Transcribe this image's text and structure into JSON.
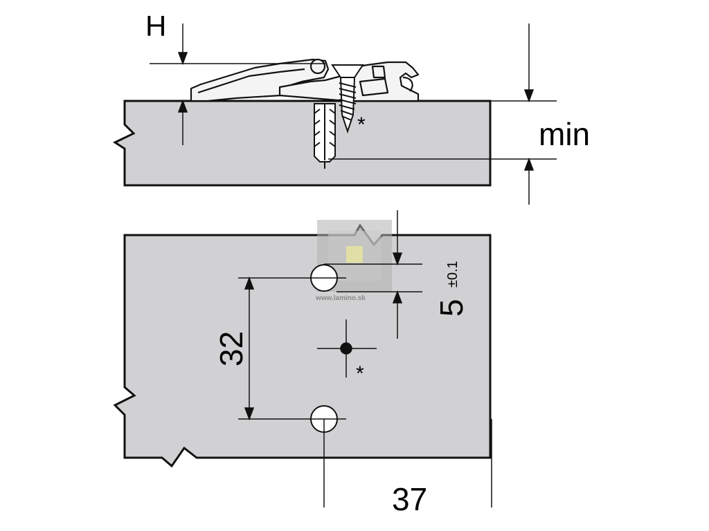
{
  "labels": {
    "h": "H",
    "min": "min",
    "asterisk_top": "*",
    "asterisk_bottom": "*",
    "dim_32": "32",
    "dim_5": "5",
    "dim_5_tolerance": "±0.1",
    "dim_37": "37"
  },
  "watermark": {
    "text": "www.lamino.sk"
  },
  "colors": {
    "panel_fill": "#d1d1d3",
    "line": "#111111",
    "hardware_fill": "#f2f2f2",
    "dowel_fill": "#ffffff",
    "watermark_box": "#b0b0b0",
    "watermark_accent": "#e8e4a0"
  }
}
